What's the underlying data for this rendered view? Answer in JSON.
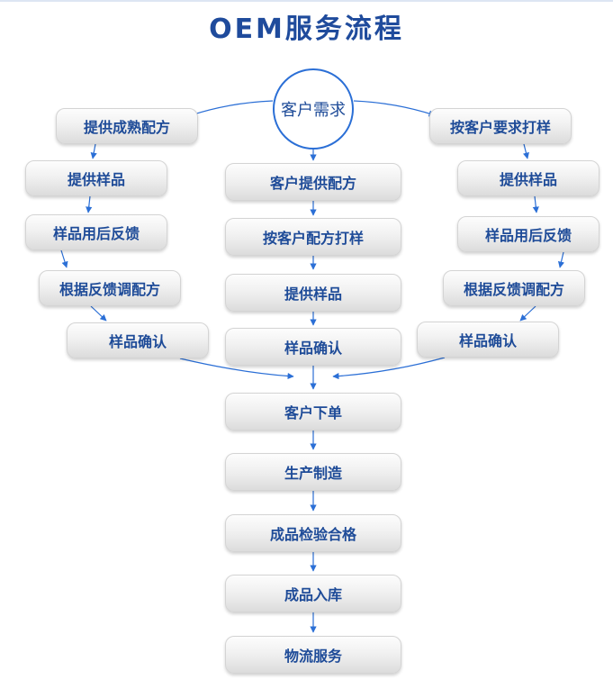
{
  "title": "OEM服务流程",
  "center": "客户需求",
  "left": [
    "提供成熟配方",
    "提供样品",
    "样品用后反馈",
    "根据反馈调配方",
    "样品确认"
  ],
  "middle": [
    "客户提供配方",
    "按客户配方打样",
    "提供样品",
    "样品确认"
  ],
  "right": [
    "按客户要求打样",
    "提供样品",
    "样品用后反馈",
    "根据反馈调配方",
    "样品确认"
  ],
  "bottom": [
    "客户下单",
    "生产制造",
    "成品检验合格",
    "成品入库",
    "物流服务"
  ],
  "colors": {
    "title": "#1f4b9c",
    "text": "#1e4b98",
    "arrow": "#2b6fd6"
  }
}
